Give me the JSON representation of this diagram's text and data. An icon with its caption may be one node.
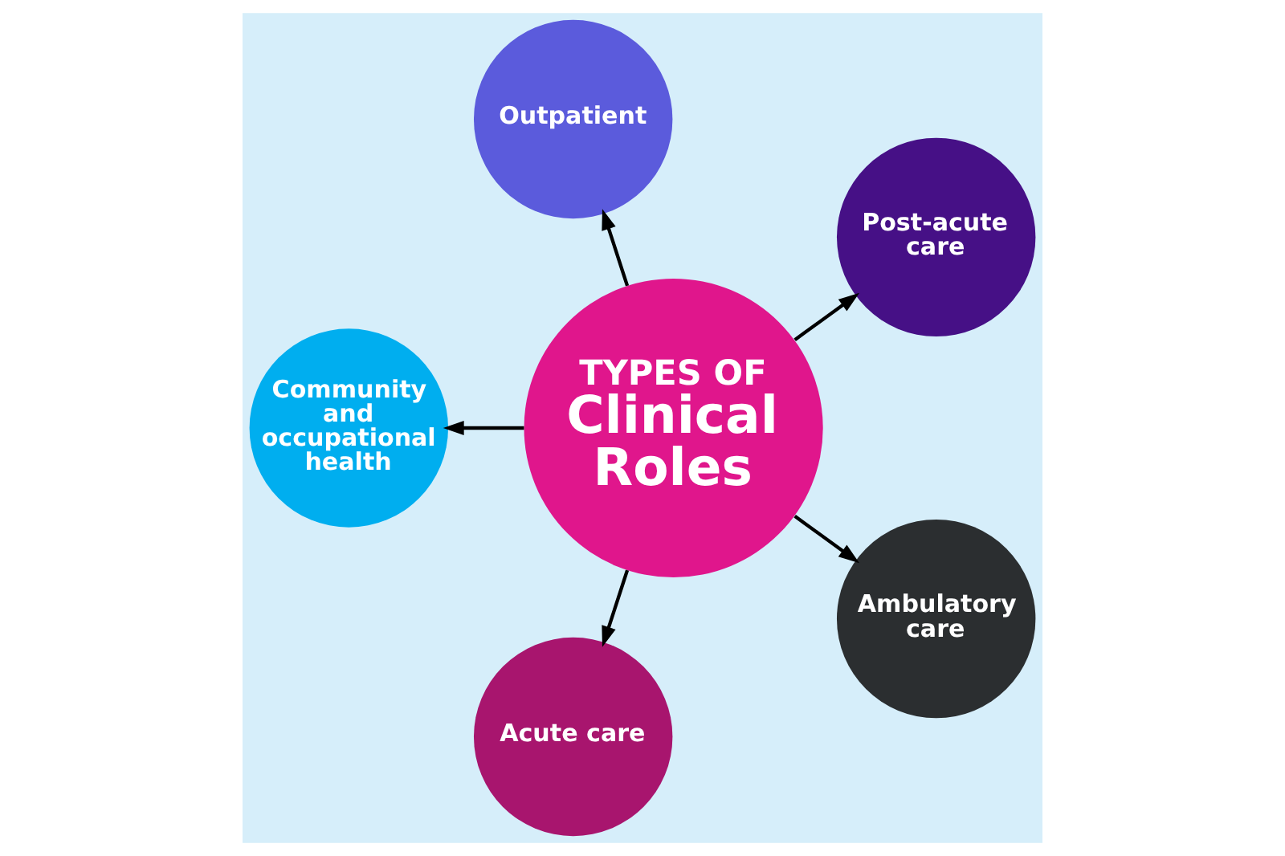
{
  "diagram": {
    "nodes": [
      {
        "text": [
          "TYPES OF",
          "Clinical Roles"
        ]
      },
      {
        "text": [
          "Post-acute care"
        ]
      },
      {
        "text": [
          "Outpatient"
        ]
      },
      {
        "text": [
          "Community and occupational health"
        ]
      },
      {
        "text": [
          "Acute care"
        ]
      },
      {
        "text": [
          "Ambulatory care"
        ]
      }
    ],
    "edges": [
      {
        "from": 0,
        "to": 1,
        "arrow": "to"
      },
      {
        "from": 0,
        "to": 2,
        "arrow": "to"
      },
      {
        "from": 0,
        "to": 3,
        "arrow": "to"
      },
      {
        "from": 0,
        "to": 4,
        "arrow": "to"
      },
      {
        "from": 0,
        "to": 5,
        "arrow": "to"
      }
    ]
  }
}
